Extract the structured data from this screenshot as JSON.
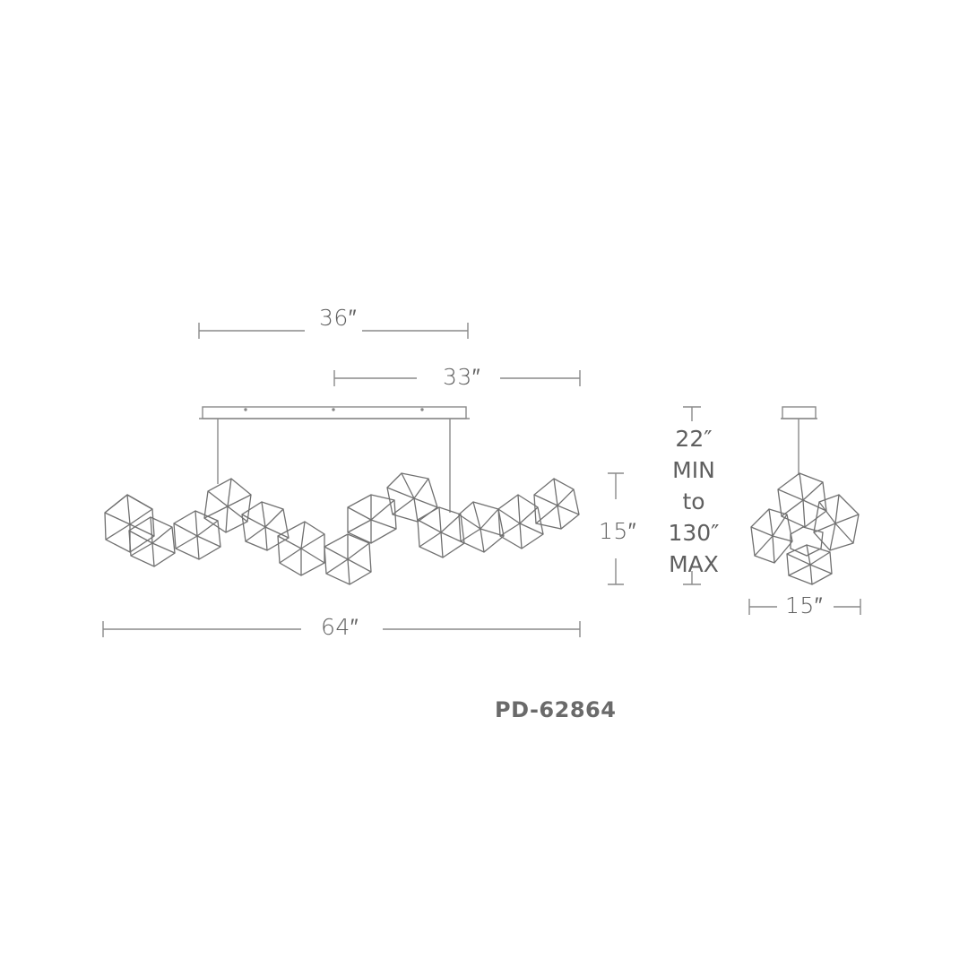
{
  "diagram": {
    "type": "dimension-drawing",
    "subject": "linear geometric pendant chandelier",
    "colors": {
      "line": "#8a8a8a",
      "text": "#5f5f5f",
      "model": "#6a6a6a",
      "background": "#ffffff"
    },
    "front_view": {
      "canopy_length": "36″",
      "stem_spacing": "33″",
      "overall_width": "64″",
      "fixture_height": "15″"
    },
    "overall_height": {
      "min": "22″",
      "min_label": "MIN",
      "connector": "to",
      "max": "130″",
      "max_label": "MAX"
    },
    "side_view": {
      "depth": "15″"
    },
    "model_number": "PD-62864"
  }
}
